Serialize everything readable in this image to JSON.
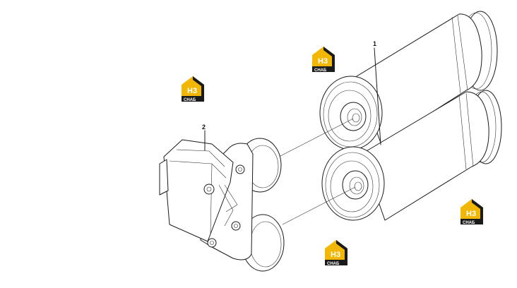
{
  "callouts": {
    "filter_label": "1",
    "bracket_label": "2"
  },
  "watermark": {
    "letters": "H3",
    "caption": "CHAБ"
  },
  "colors": {
    "watermark_yellow": "#f2b705",
    "watermark_dark": "#1a1a1a",
    "line": "#1a1a1a",
    "background": "#ffffff"
  }
}
